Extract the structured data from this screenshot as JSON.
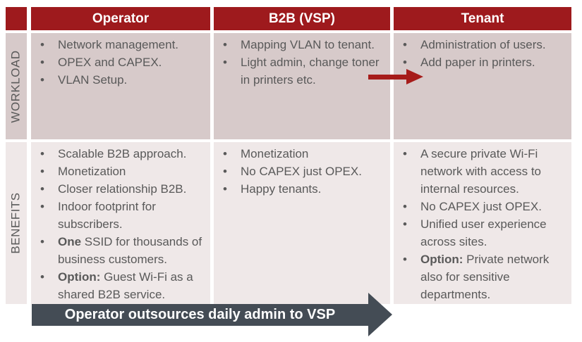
{
  "table": {
    "columns": [
      "Operator",
      "B2B (VSP)",
      "Tenant"
    ],
    "row_labels": [
      "WORKLOAD",
      "BENEFITS"
    ]
  },
  "cells": {
    "workload": {
      "operator": [
        {
          "t": "Network management."
        },
        {
          "t": "OPEX and CAPEX."
        },
        {
          "t": "VLAN Setup."
        }
      ],
      "b2b": [
        {
          "t": "Mapping VLAN to tenant."
        },
        {
          "t": "Light admin, change toner in printers etc."
        }
      ],
      "tenant": [
        {
          "t": "Administration of users."
        },
        {
          "t": "Add paper in printers."
        }
      ]
    },
    "benefits": {
      "operator": [
        {
          "t": "Scalable B2B approach."
        },
        {
          "t": "Monetization"
        },
        {
          "t": "Closer relationship B2B."
        },
        {
          "t": "Indoor footprint for subscribers."
        },
        {
          "b": "One",
          "t": " SSID for thousands of business customers."
        },
        {
          "b": "Option:",
          "t": " Guest Wi-Fi as a shared B2B service."
        }
      ],
      "b2b": [
        {
          "t": "Monetization"
        },
        {
          "t": "No CAPEX just OPEX."
        },
        {
          "t": "Happy tenants."
        }
      ],
      "tenant": [
        {
          "t": "A secure private Wi-Fi network with access to internal resources."
        },
        {
          "t": "No CAPEX just OPEX."
        },
        {
          "t": "Unified user experience across sites."
        },
        {
          "b": "Option:",
          "t": " Private network also for sensitive departments."
        }
      ]
    }
  },
  "banner": {
    "label": "Operator outsources daily admin to VSP"
  },
  "colors": {
    "header_bg": "#9E1A1D",
    "workload_row_bg": "#D7CACA",
    "benefits_row_bg": "#EFE8E8",
    "body_text": "#595959",
    "red_arrow": "#A61C1A",
    "banner_bg": "#444C55",
    "banner_text": "#FFFFFF"
  }
}
